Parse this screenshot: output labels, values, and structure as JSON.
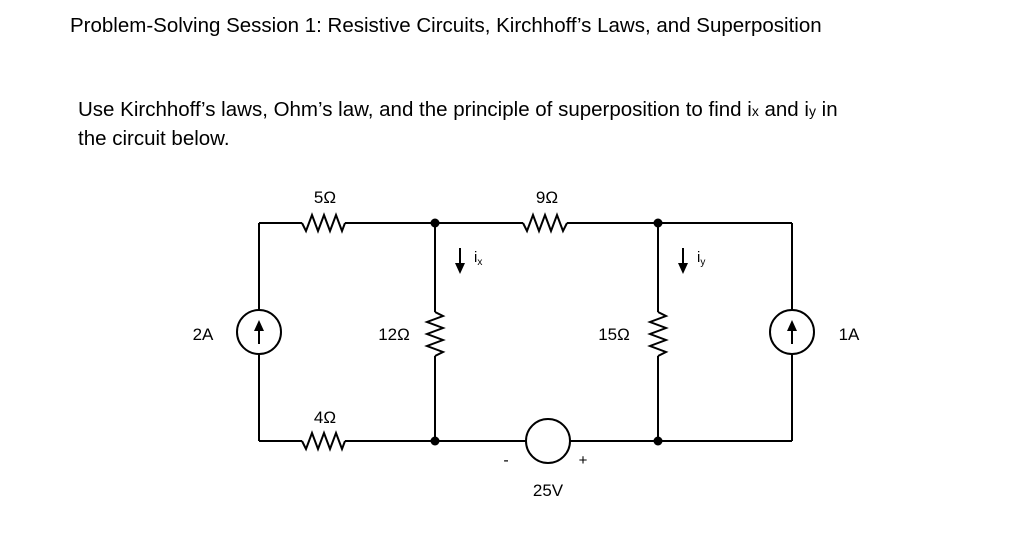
{
  "title": "Problem-Solving Session 1: Resistive Circuits, Kirchhoff’s Laws, and Superposition",
  "prompt": {
    "line1_before_ix": "Use Kirchhoff’s laws, Ohm’s law, and the principle of superposition to find i",
    "ix_sub": "x",
    "middle": " and i",
    "iy_sub": "y",
    "line1_end": " in",
    "line2": "the circuit below."
  },
  "circuit": {
    "r_top_left": "5Ω",
    "r_top_right": "9Ω",
    "r_bottom_left": "4Ω",
    "r_mid_left": "12Ω",
    "r_mid_right": "15Ω",
    "src_left": "2A",
    "src_right": "1A",
    "voltage": "25V",
    "minus": "-",
    "plus": "+",
    "ix_main": "i",
    "ix_sub": "x",
    "iy_main": "i",
    "iy_sub": "y"
  }
}
